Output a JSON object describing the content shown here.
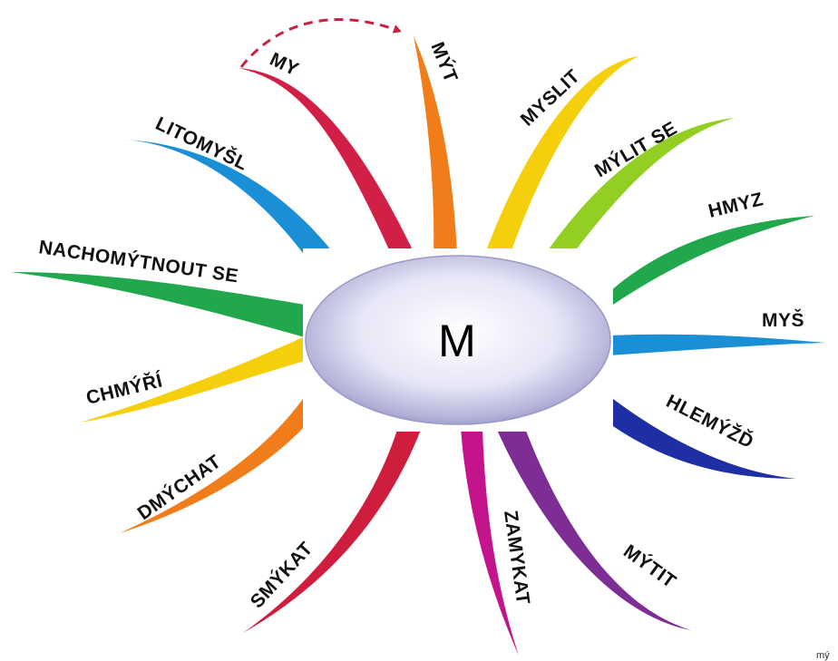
{
  "center": {
    "label": "M"
  },
  "branches": [
    {
      "id": "my",
      "word": "MY",
      "color": "#d21f45"
    },
    {
      "id": "myt",
      "word": "MÝT",
      "color": "#f07d1a"
    },
    {
      "id": "myslit",
      "word": "MYSLIT",
      "color": "#f5cf0c"
    },
    {
      "id": "mylit-se",
      "word": "MÝLIT SE",
      "color": "#93cf23"
    },
    {
      "id": "hmyz",
      "word": "HMYZ",
      "color": "#22a84c"
    },
    {
      "id": "mys",
      "word": "MYŠ",
      "color": "#1a8fd6"
    },
    {
      "id": "hlemyzd",
      "word": "HLEMÝŽĎ",
      "color": "#1e2ea3"
    },
    {
      "id": "mytit",
      "word": "MÝTIT",
      "color": "#7d2d94"
    },
    {
      "id": "zamykat",
      "word": "ZAMYKAT",
      "color": "#c4148c"
    },
    {
      "id": "smykat",
      "word": "SMÝKAT",
      "color": "#cf1d3d"
    },
    {
      "id": "dmychat",
      "word": "DMÝCHAT",
      "color": "#f07d1a"
    },
    {
      "id": "chmyri",
      "word": "CHMÝŘÍ",
      "color": "#f5cf0c"
    },
    {
      "id": "nachomytnout",
      "word": "NACHOMÝTNOUT SE",
      "color": "#22a84c"
    },
    {
      "id": "litomysl",
      "word": "LITOMYŠL",
      "color": "#1a8fd6"
    }
  ],
  "arrow_color": "#c8203e",
  "corner_text": "mý"
}
